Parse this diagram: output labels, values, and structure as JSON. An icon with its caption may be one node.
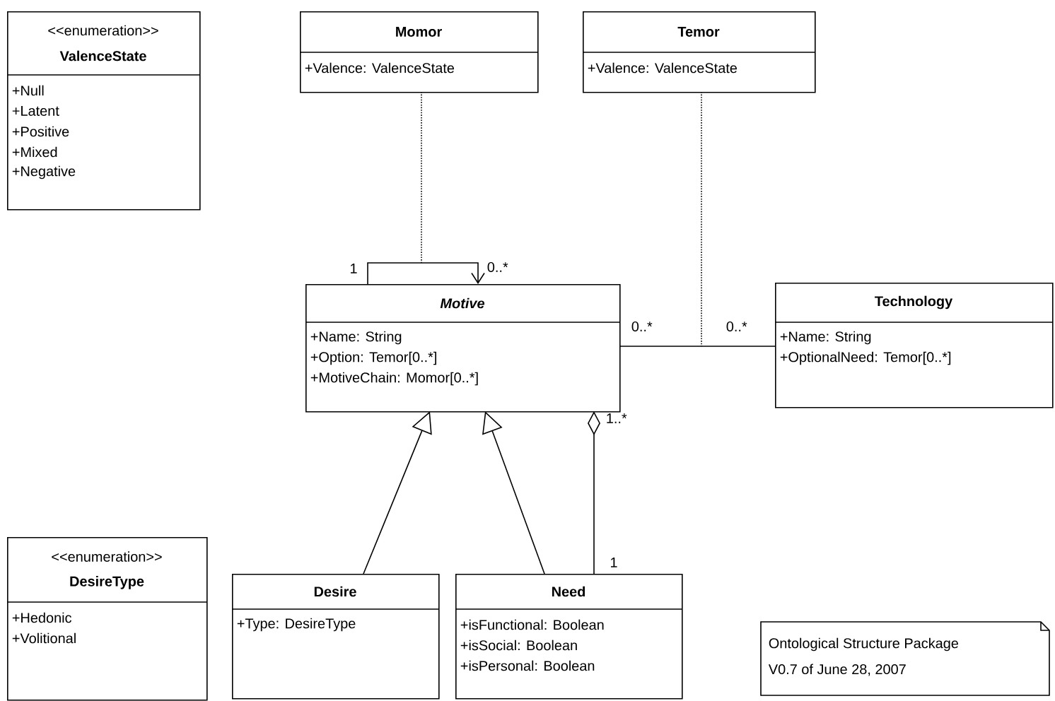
{
  "diagram": {
    "nodes": [
      {
        "text": [
          "<<enumeration>>",
          "ValenceState",
          "+Null",
          "+Latent",
          "+Positive",
          "+Mixed",
          "+Negative"
        ]
      },
      {
        "text": [
          "Momor",
          "+Valence: ValenceState"
        ]
      },
      {
        "text": [
          "Temor",
          "+Valence: ValenceState"
        ]
      },
      {
        "text": [
          "Motive",
          "+Name: String",
          "+Option: Temor[0..*]",
          "+MotiveChain: Momor[0..*]"
        ]
      },
      {
        "text": [
          "Technology",
          "+Name: String",
          "+OptionalNeed: Temor[0..*]"
        ]
      },
      {
        "text": [
          "<<enumeration>>",
          "DesireType",
          "+Hedonic",
          "+Volitional"
        ]
      },
      {
        "text": [
          "Desire",
          "+Type: DesireType"
        ]
      },
      {
        "text": [
          "Need",
          "+isFunctional: Boolean",
          "+isSocial: Boolean",
          "+isPersonal: Boolean"
        ]
      },
      {
        "text": [
          "Ontological Structure Package",
          "V0.7 of June 28, 2007"
        ]
      }
    ],
    "edges": [
      {
        "from": 3,
        "to": 3,
        "arrow": "to"
      },
      {
        "from": 3,
        "to": 4,
        "arrow": "none"
      },
      {
        "from": 6,
        "to": 3,
        "arrow": "to"
      },
      {
        "from": 7,
        "to": 3,
        "arrow": "to"
      },
      {
        "from": 7,
        "to": 3,
        "arrow": "other"
      },
      {
        "from": 1,
        "to": null,
        "arrow": "none",
        "style": "dashed"
      },
      {
        "from": 2,
        "to": null,
        "arrow": "none",
        "style": "dashed"
      }
    ],
    "labels": [
      "1",
      "0..*",
      "0..*",
      "0..*",
      "1..*",
      "1"
    ]
  }
}
